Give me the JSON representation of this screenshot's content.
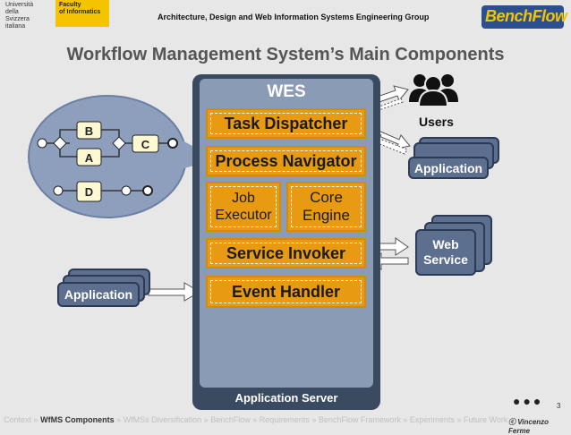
{
  "header": {
    "university": [
      "Università",
      "della",
      "Svizzera",
      "italiana"
    ],
    "faculty": [
      "Faculty",
      "of Informatics"
    ],
    "group": "Architecture, Design and Web Information Systems Engineering Group",
    "logo": "BenchFlow"
  },
  "slide": {
    "title": "Workflow Management System’s Main Components",
    "page_number": "3"
  },
  "server": {
    "title": "WES",
    "footer": "Application Server",
    "components": {
      "task_dispatcher": "Task Dispatcher",
      "process_navigator": "Process Navigator",
      "job_executor": [
        "Job",
        "Executor"
      ],
      "core_engine": [
        "Core",
        "Engine"
      ],
      "service_invoker": "Service Invoker",
      "event_handler": "Event Handler"
    }
  },
  "actors": {
    "users": "Users",
    "application_right": "Application",
    "web_service": [
      "Web",
      "Service"
    ],
    "application_left": "Application"
  },
  "bpmn": {
    "tasks": [
      "B",
      "C",
      "A",
      "D"
    ]
  },
  "footer": {
    "breadcrumbs": [
      {
        "label": "Context",
        "current": false
      },
      {
        "label": "WfMS Components",
        "current": true
      },
      {
        "label": "WfMSs Diversification",
        "current": false
      },
      {
        "label": "BenchFlow",
        "current": false
      },
      {
        "label": "Requirements",
        "current": false
      },
      {
        "label": "BenchFlow Framework",
        "current": false
      },
      {
        "label": "Experiments",
        "current": false
      },
      {
        "label": "Future Work",
        "current": false
      }
    ],
    "separator": "»",
    "author": "Vincenzo Ferme"
  },
  "colors": {
    "component": "#e89a12",
    "server": "#3a4a60",
    "stack": "#5c6f8e",
    "accent": "#f4c400"
  }
}
